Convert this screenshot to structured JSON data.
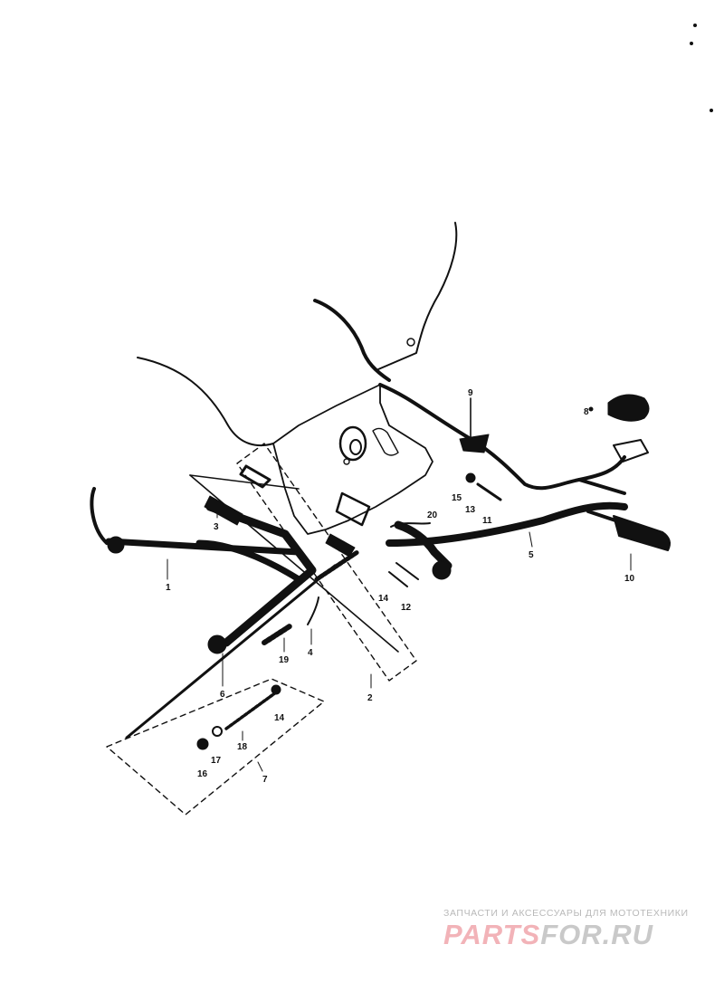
{
  "parts": {
    "p1": "1",
    "p2": "2",
    "p3": "3",
    "p4": "4",
    "p5": "5",
    "p6": "6",
    "p7": "7",
    "p8": "8",
    "p9": "9",
    "p10": "10",
    "p11": "11",
    "p12": "12",
    "p13": "13",
    "p14a": "14",
    "p14b": "14",
    "p15": "15",
    "p16": "16",
    "p17": "17",
    "p18": "18",
    "p19": "19",
    "p20": "20"
  },
  "watermark": {
    "tagline": "ЗАПЧАСТИ И АКСЕССУАРЫ ДЛЯ МОТОТЕХНИКИ",
    "brand_a": "PARTS",
    "brand_b": "FOR.RU"
  },
  "colors": {
    "ink": "#111111",
    "watermark_red": "#f2b3b8",
    "watermark_gray": "#c9c9c9"
  }
}
